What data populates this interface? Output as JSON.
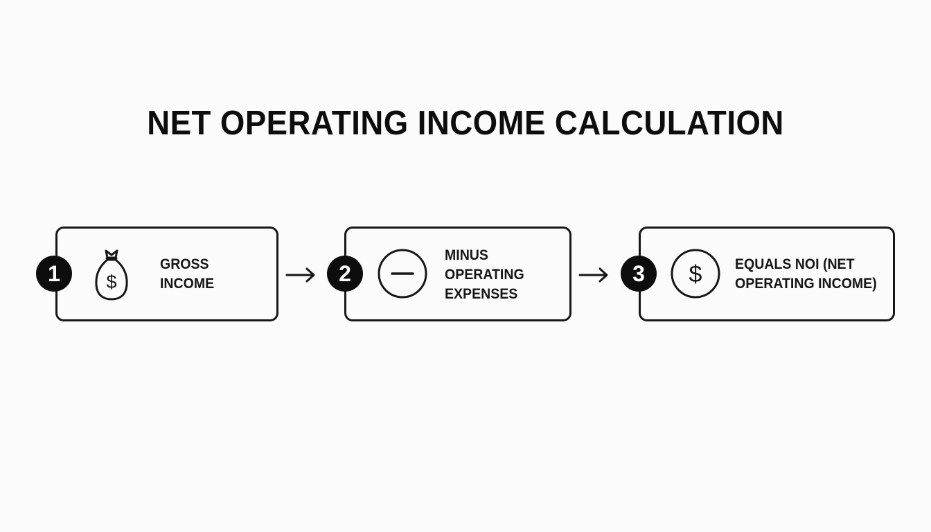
{
  "title": "NET OPERATING INCOME CALCULATION",
  "colors": {
    "background": "#fbfbfb",
    "ink": "#111111",
    "badge_fill": "#0d0d0d",
    "badge_text": "#ffffff"
  },
  "steps": [
    {
      "number": "1",
      "icon": "money-bag-icon",
      "label_lines": [
        "GROSS",
        "INCOME"
      ]
    },
    {
      "number": "2",
      "icon": "minus-circle-icon",
      "label_lines": [
        "MINUS",
        "OPERATING",
        "EXPENSES"
      ]
    },
    {
      "number": "3",
      "icon": "dollar-circle-icon",
      "label_lines": [
        "EQUALS NOI (NET",
        "OPERATING INCOME)"
      ]
    }
  ],
  "connectors": [
    "arrow-right-icon",
    "arrow-right-icon"
  ]
}
